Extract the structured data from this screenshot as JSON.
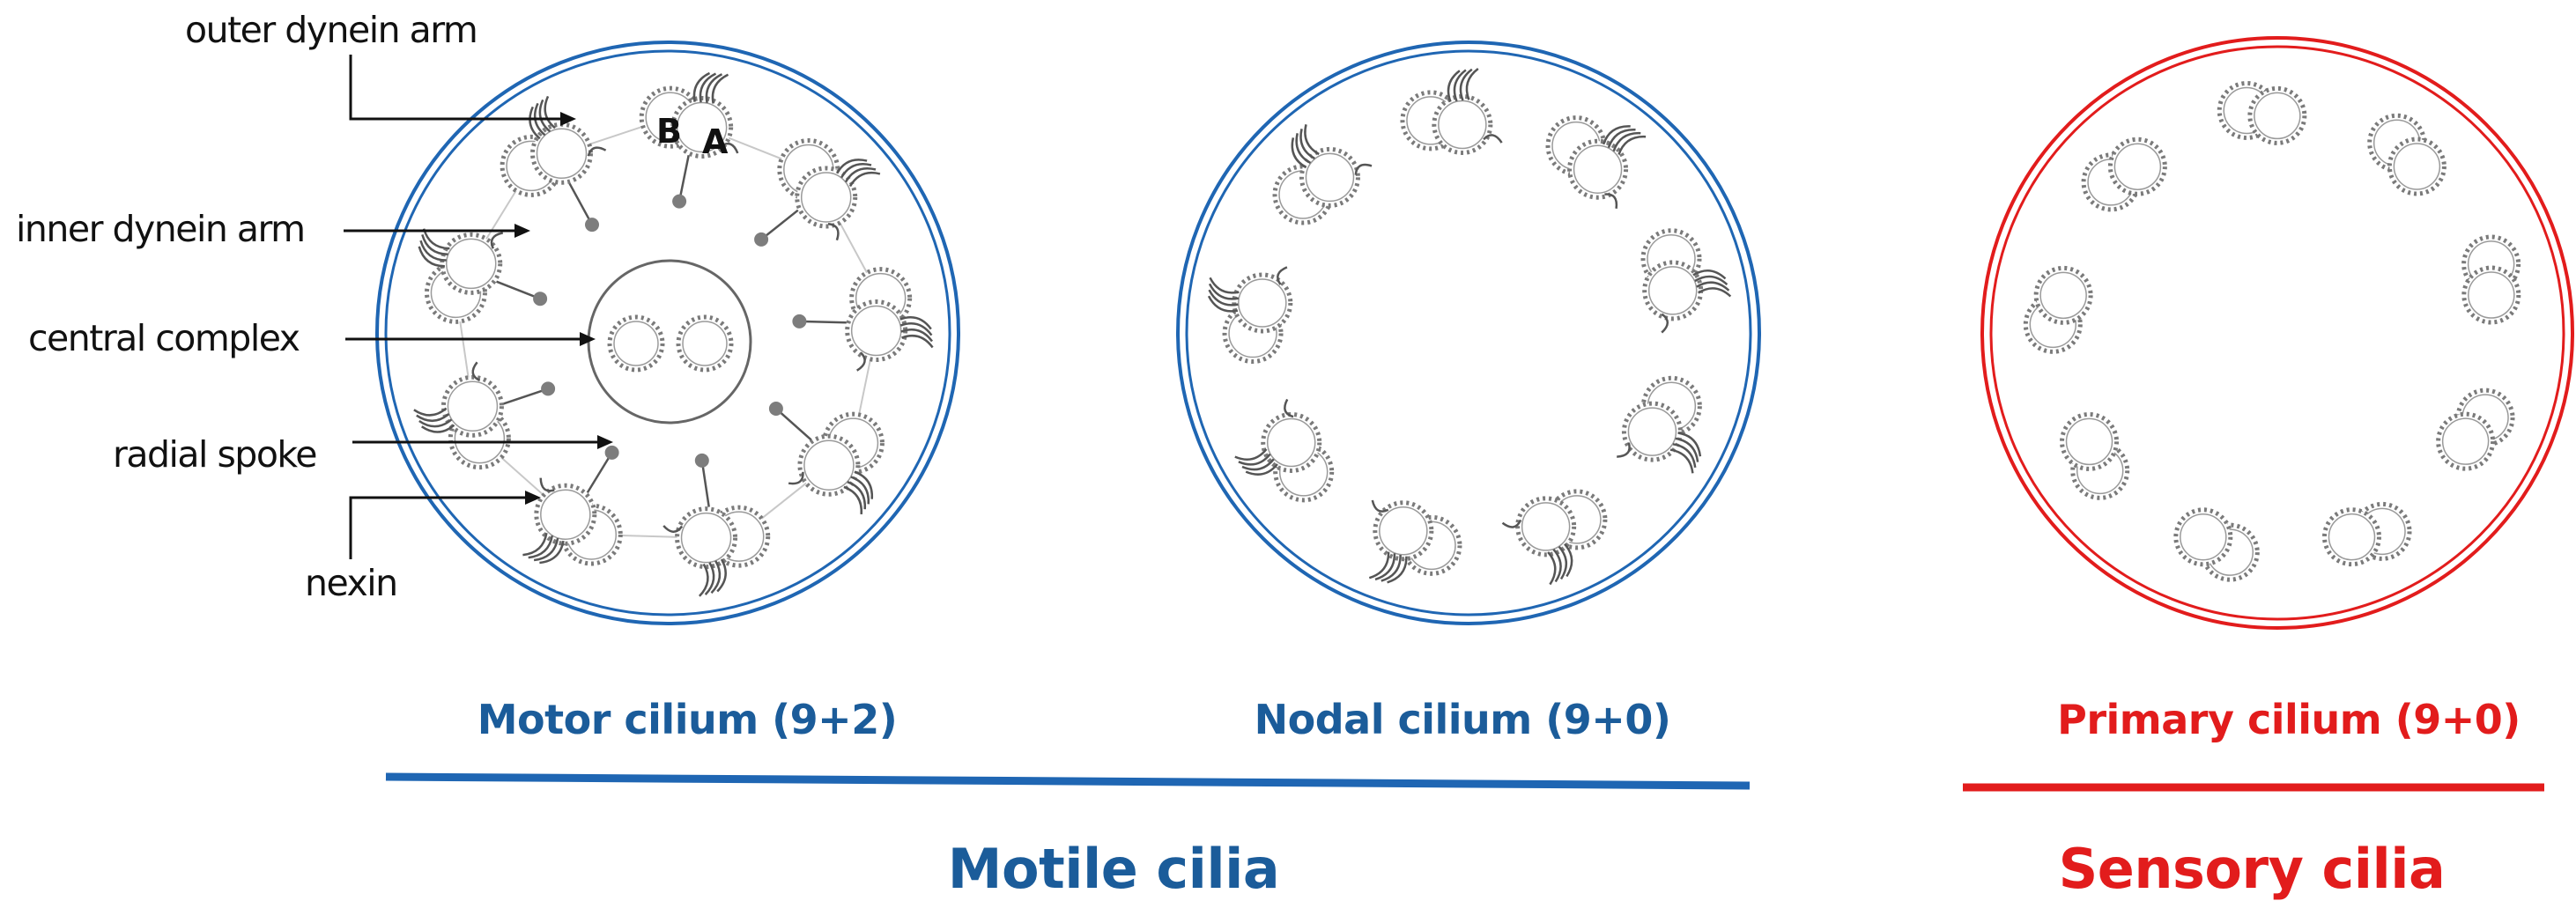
{
  "labels": {
    "outer_dynein_arm": "outer dynein arm",
    "inner_dynein_arm": "inner dynein arm",
    "central_complex": "central complex",
    "radial_spoke": "radial spoke",
    "nexin": "nexin",
    "tubule_b": "B",
    "tubule_a": "A"
  },
  "captions": {
    "motor": "Motor cilium (9+2)",
    "nodal": "Nodal cilium (9+0)",
    "primary": "Primary cilium (9+0)",
    "motile_group": "Motile cilia",
    "sensory_group": "Sensory cilia"
  },
  "colors": {
    "motile": "#1f66b3",
    "motile_text": "#1b5c9a",
    "sensory": "#e21c1c",
    "ink": "#111111",
    "tubule_stroke": "#7a7a7a",
    "arm": "#555555"
  },
  "diagrams": [
    {
      "id": "motor",
      "name": "motor-cilium",
      "doublets": 9,
      "central_pair": true,
      "dynein_arms": true,
      "radial_spokes": true,
      "nexin_links": true,
      "membrane_color": "motile"
    },
    {
      "id": "nodal",
      "name": "nodal-cilium",
      "doublets": 9,
      "central_pair": false,
      "dynein_arms": true,
      "radial_spokes": false,
      "nexin_links": false,
      "membrane_color": "motile"
    },
    {
      "id": "primary",
      "name": "primary-cilium",
      "doublets": 9,
      "central_pair": false,
      "dynein_arms": false,
      "radial_spokes": false,
      "nexin_links": false,
      "membrane_color": "sensory"
    }
  ]
}
